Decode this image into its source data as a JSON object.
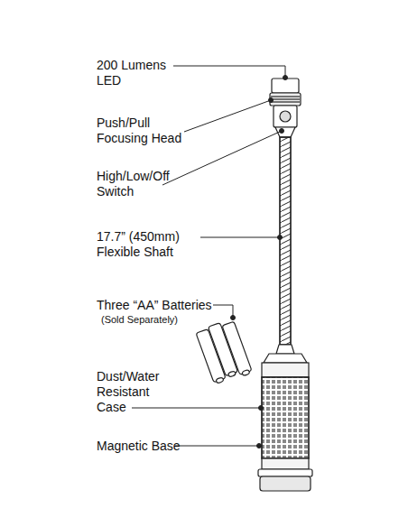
{
  "diagram": {
    "labels": [
      "200 Lumens LED",
      "Push/Pull Focusing Head",
      "High/Low/Off Switch",
      "17.7” (450mm) Flexible Shaft",
      "Three “AA” Batteries",
      "(Sold Separately)",
      "Dust/Water Resistant Case",
      "Magnetic Base"
    ]
  }
}
